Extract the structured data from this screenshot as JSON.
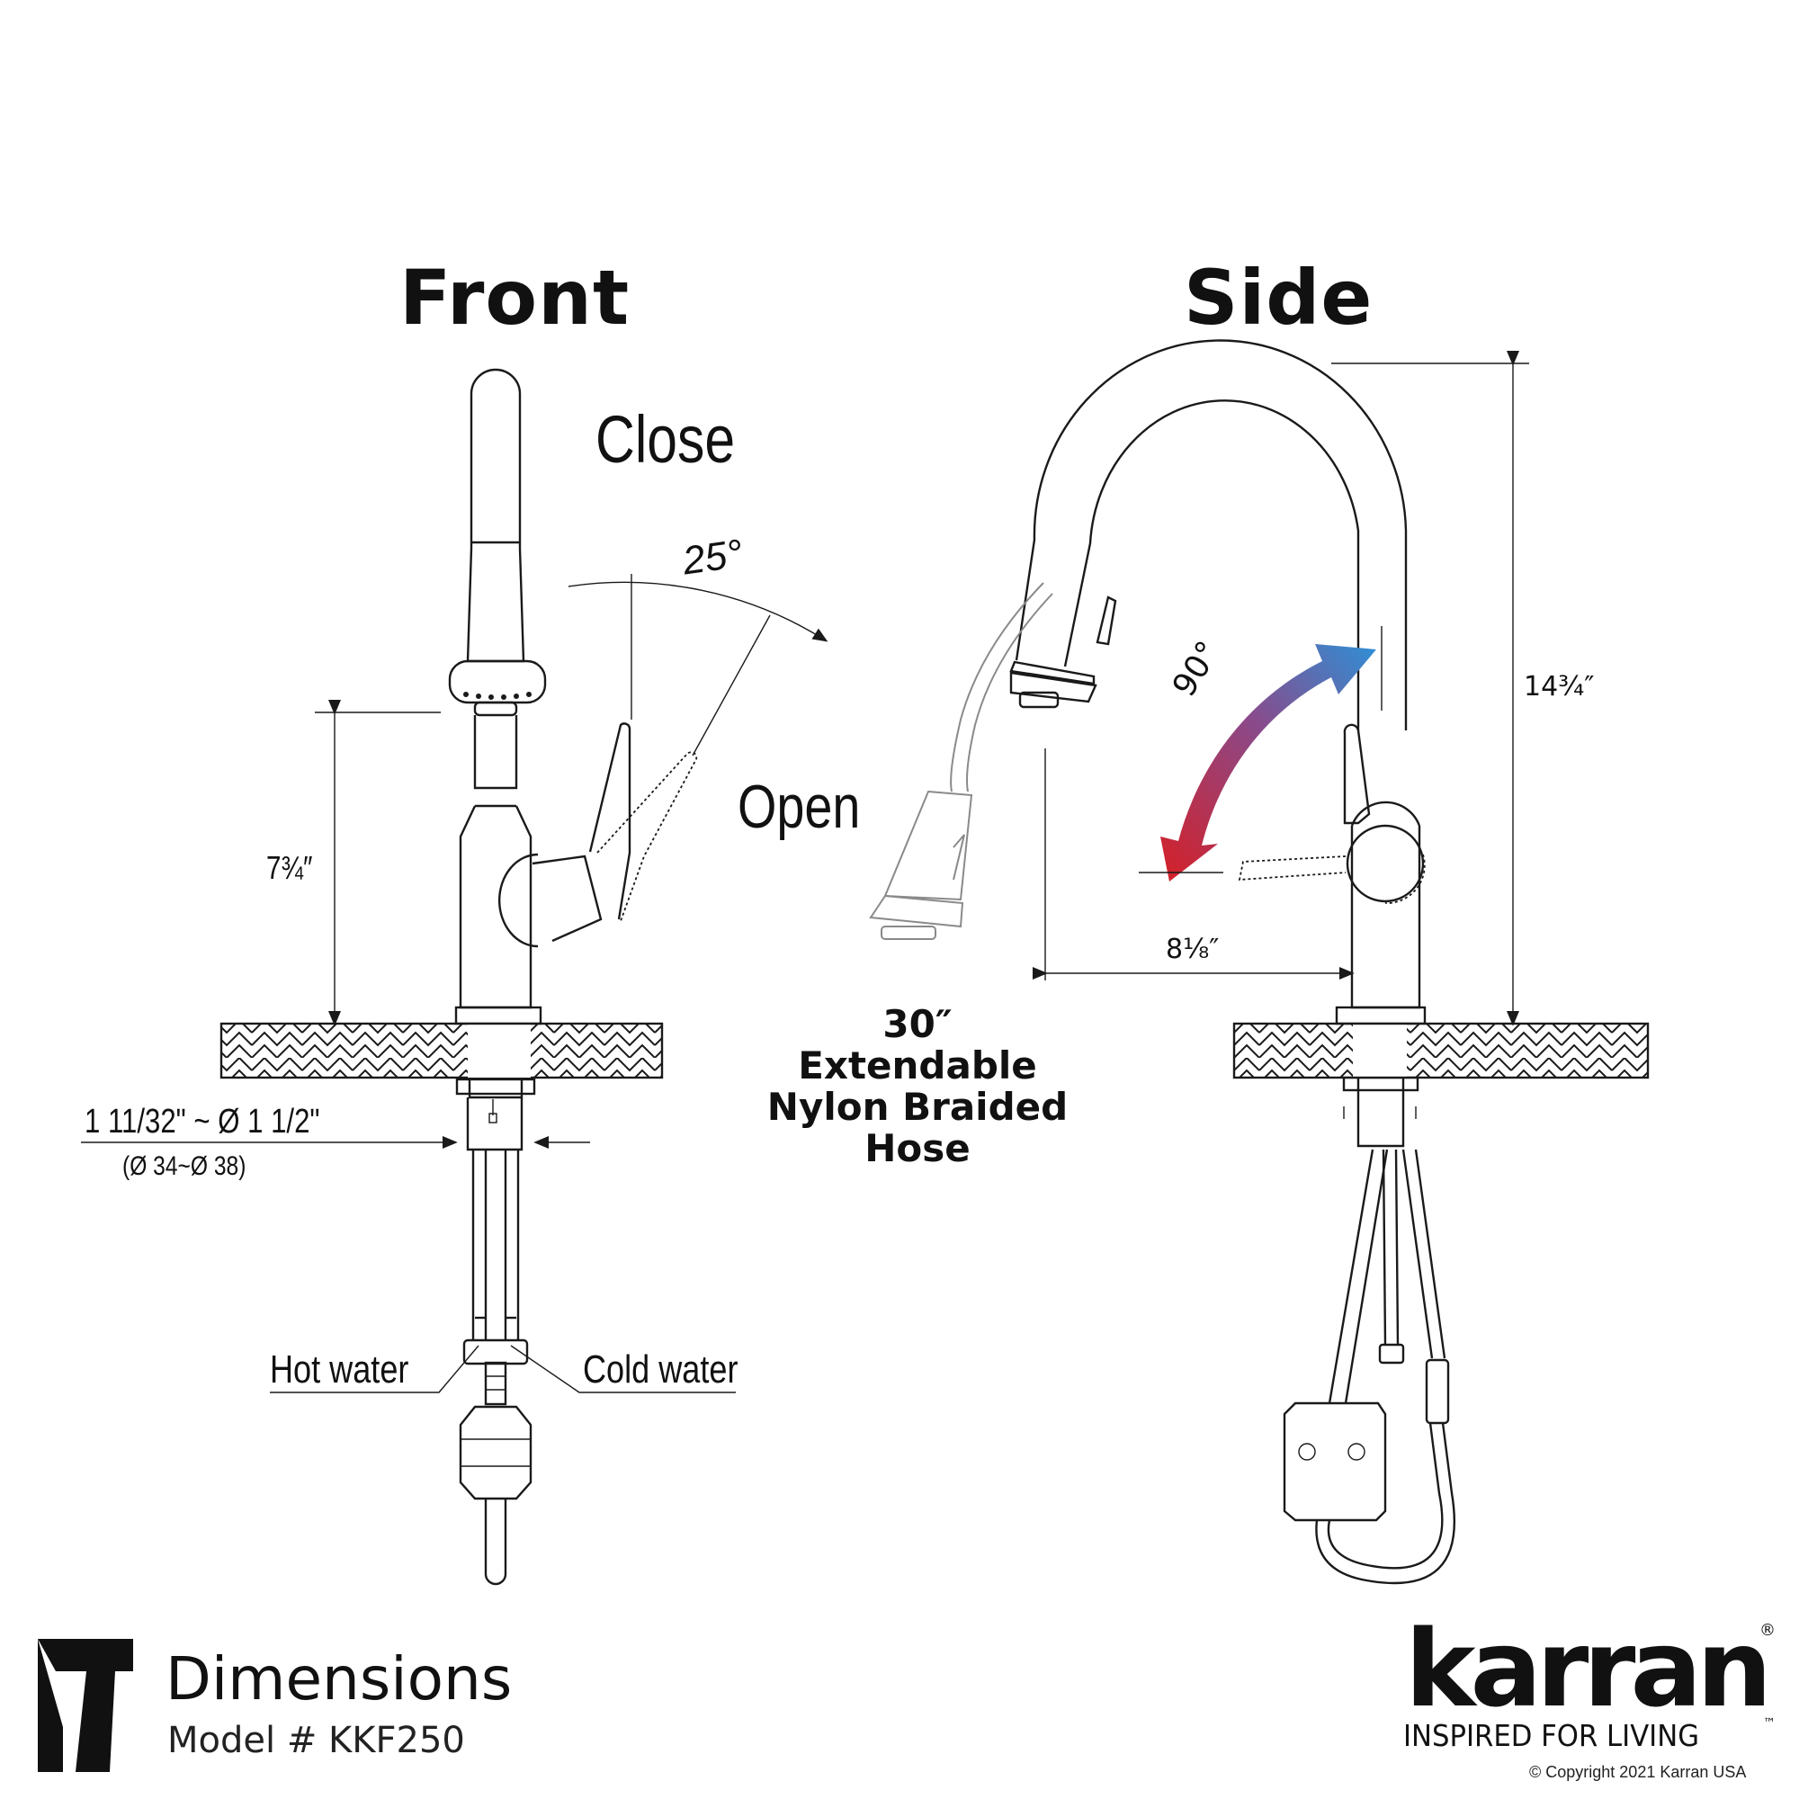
{
  "views": {
    "front": {
      "title": "Front"
    },
    "side": {
      "title": "Side"
    }
  },
  "front_labels": {
    "close": "Close",
    "open": "Open",
    "angle": "25°",
    "height": "7¾″",
    "hole_size": "1 11/32\" ~ Ø 1 1/2\"",
    "hole_size_mm": "(Ø 34~Ø 38)",
    "hot": "Hot water",
    "cold": "Cold water"
  },
  "side_labels": {
    "angle": "90°",
    "height": "14¾″",
    "reach": "8⅛″",
    "hose_line1": "30″ Extendable",
    "hose_line2": "Nylon Braided",
    "hose_line3": "Hose"
  },
  "footer": {
    "heading": "Dimensions",
    "model": "Model # KKF250",
    "brand": "karran",
    "registered": "®",
    "tagline": "INSPIRED FOR LIVING",
    "trademark": "™",
    "copyright": "© Copyright 2021 Karran USA"
  },
  "colors": {
    "arrow_start": "#d61f26",
    "arrow_end": "#2f8fd6",
    "ink": "#111111"
  },
  "icons": [
    "brand-mark-icon",
    "hatch-countertop",
    "swing-arrow-icon"
  ]
}
